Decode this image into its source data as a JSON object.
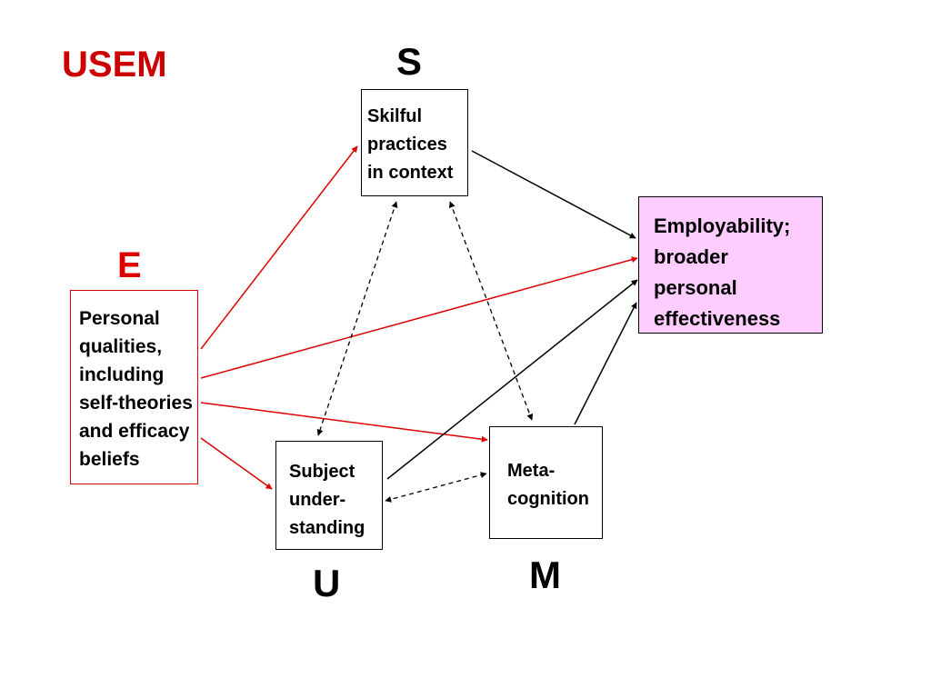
{
  "title": "USEM",
  "letters": {
    "s": "S",
    "e": "E",
    "u": "U",
    "m": "M"
  },
  "boxes": {
    "skilful": [
      "Skilful",
      "practices",
      "in context"
    ],
    "personal": [
      "Personal",
      "qualities,",
      "including",
      "self-theories",
      "and efficacy",
      "beliefs"
    ],
    "subject": [
      "Subject",
      "under-",
      "standing"
    ],
    "meta": [
      "Meta-",
      "cognition"
    ],
    "employability": [
      "Employability;",
      "broader",
      "personal",
      "effectiveness"
    ]
  },
  "colors": {
    "title": "#cc0000",
    "red_arrow": "#dd0000",
    "black_arrow": "#000000",
    "personal_border": "#dd0000",
    "employability_fill": "#ffccff"
  }
}
